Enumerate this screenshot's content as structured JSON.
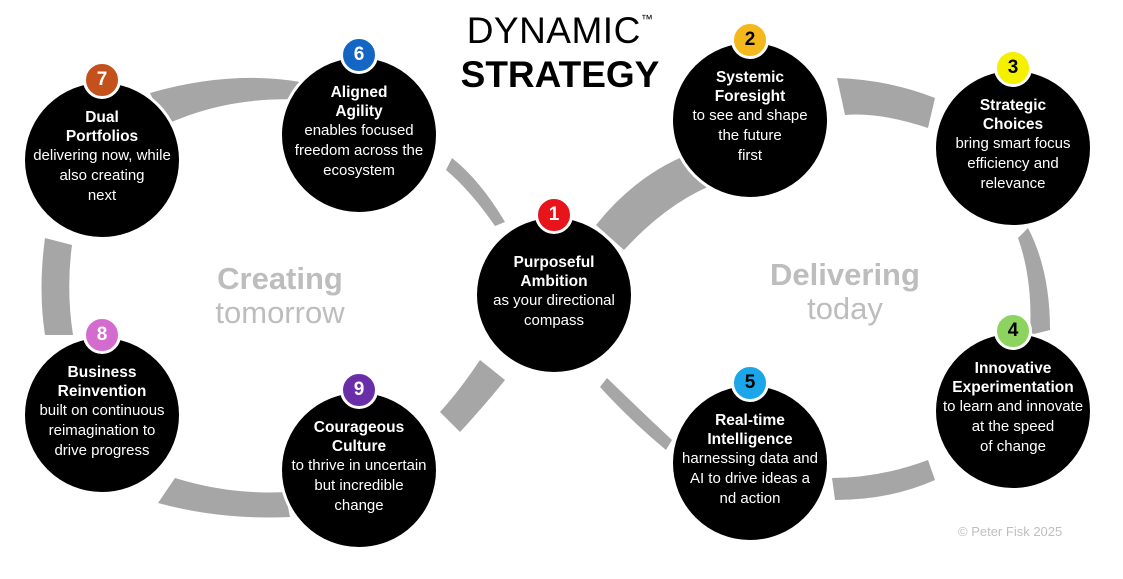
{
  "title": {
    "line1": "DYNAMIC",
    "tm": "™",
    "line2": "STRATEGY"
  },
  "zones": {
    "left": {
      "bold": "Creating",
      "normal": "tomorrow"
    },
    "right": {
      "bold": "Delivering",
      "normal": "today"
    }
  },
  "connector_color": "#a6a6a6",
  "nodes": [
    {
      "num": "1",
      "badge_color": "#e8141b",
      "num_color": "#ffffff",
      "title": [
        "Purposeful",
        "Ambition"
      ],
      "desc": [
        "as your directional",
        "compass"
      ]
    },
    {
      "num": "2",
      "badge_color": "#f5b81c",
      "num_color": "#000000",
      "title": [
        "Systemic",
        "Foresight"
      ],
      "desc": [
        "to see and shape",
        "the future",
        "first"
      ]
    },
    {
      "num": "3",
      "badge_color": "#f4f000",
      "num_color": "#000000",
      "title": [
        "Strategic",
        "Choices"
      ],
      "desc": [
        "bring smart focus",
        "efficiency and",
        "relevance"
      ]
    },
    {
      "num": "4",
      "badge_color": "#8dd35f",
      "num_color": "#000000",
      "title": [
        "Innovative",
        "Experimentation"
      ],
      "desc": [
        "to learn and innovate",
        "at the speed",
        "of change"
      ]
    },
    {
      "num": "5",
      "badge_color": "#1aa6e8",
      "num_color": "#000000",
      "title": [
        "Real-time",
        "Intelligence"
      ],
      "desc": [
        "harnessing data and",
        "AI to drive ideas a",
        "nd action"
      ]
    },
    {
      "num": "6",
      "badge_color": "#1466c4",
      "num_color": "#ffffff",
      "title": [
        "Aligned",
        "Agility"
      ],
      "desc": [
        "enables focused",
        "freedom across the",
        "ecosystem"
      ]
    },
    {
      "num": "7",
      "badge_color": "#c4501b",
      "num_color": "#ffffff",
      "title": [
        "Dual",
        "Portfolios"
      ],
      "desc": [
        "delivering now, while",
        "also creating",
        "next"
      ]
    },
    {
      "num": "8",
      "badge_color": "#d46ccf",
      "num_color": "#ffffff",
      "title": [
        "Business",
        "Reinvention"
      ],
      "desc": [
        "built on continuous",
        "reimagination to",
        "drive progress"
      ]
    },
    {
      "num": "9",
      "badge_color": "#6a2fa8",
      "num_color": "#ffffff",
      "title": [
        "Courageous",
        "Culture"
      ],
      "desc": [
        "to thrive in uncertain",
        "but incredible",
        "change"
      ]
    }
  ],
  "copyright": "© Peter Fisk 2025"
}
